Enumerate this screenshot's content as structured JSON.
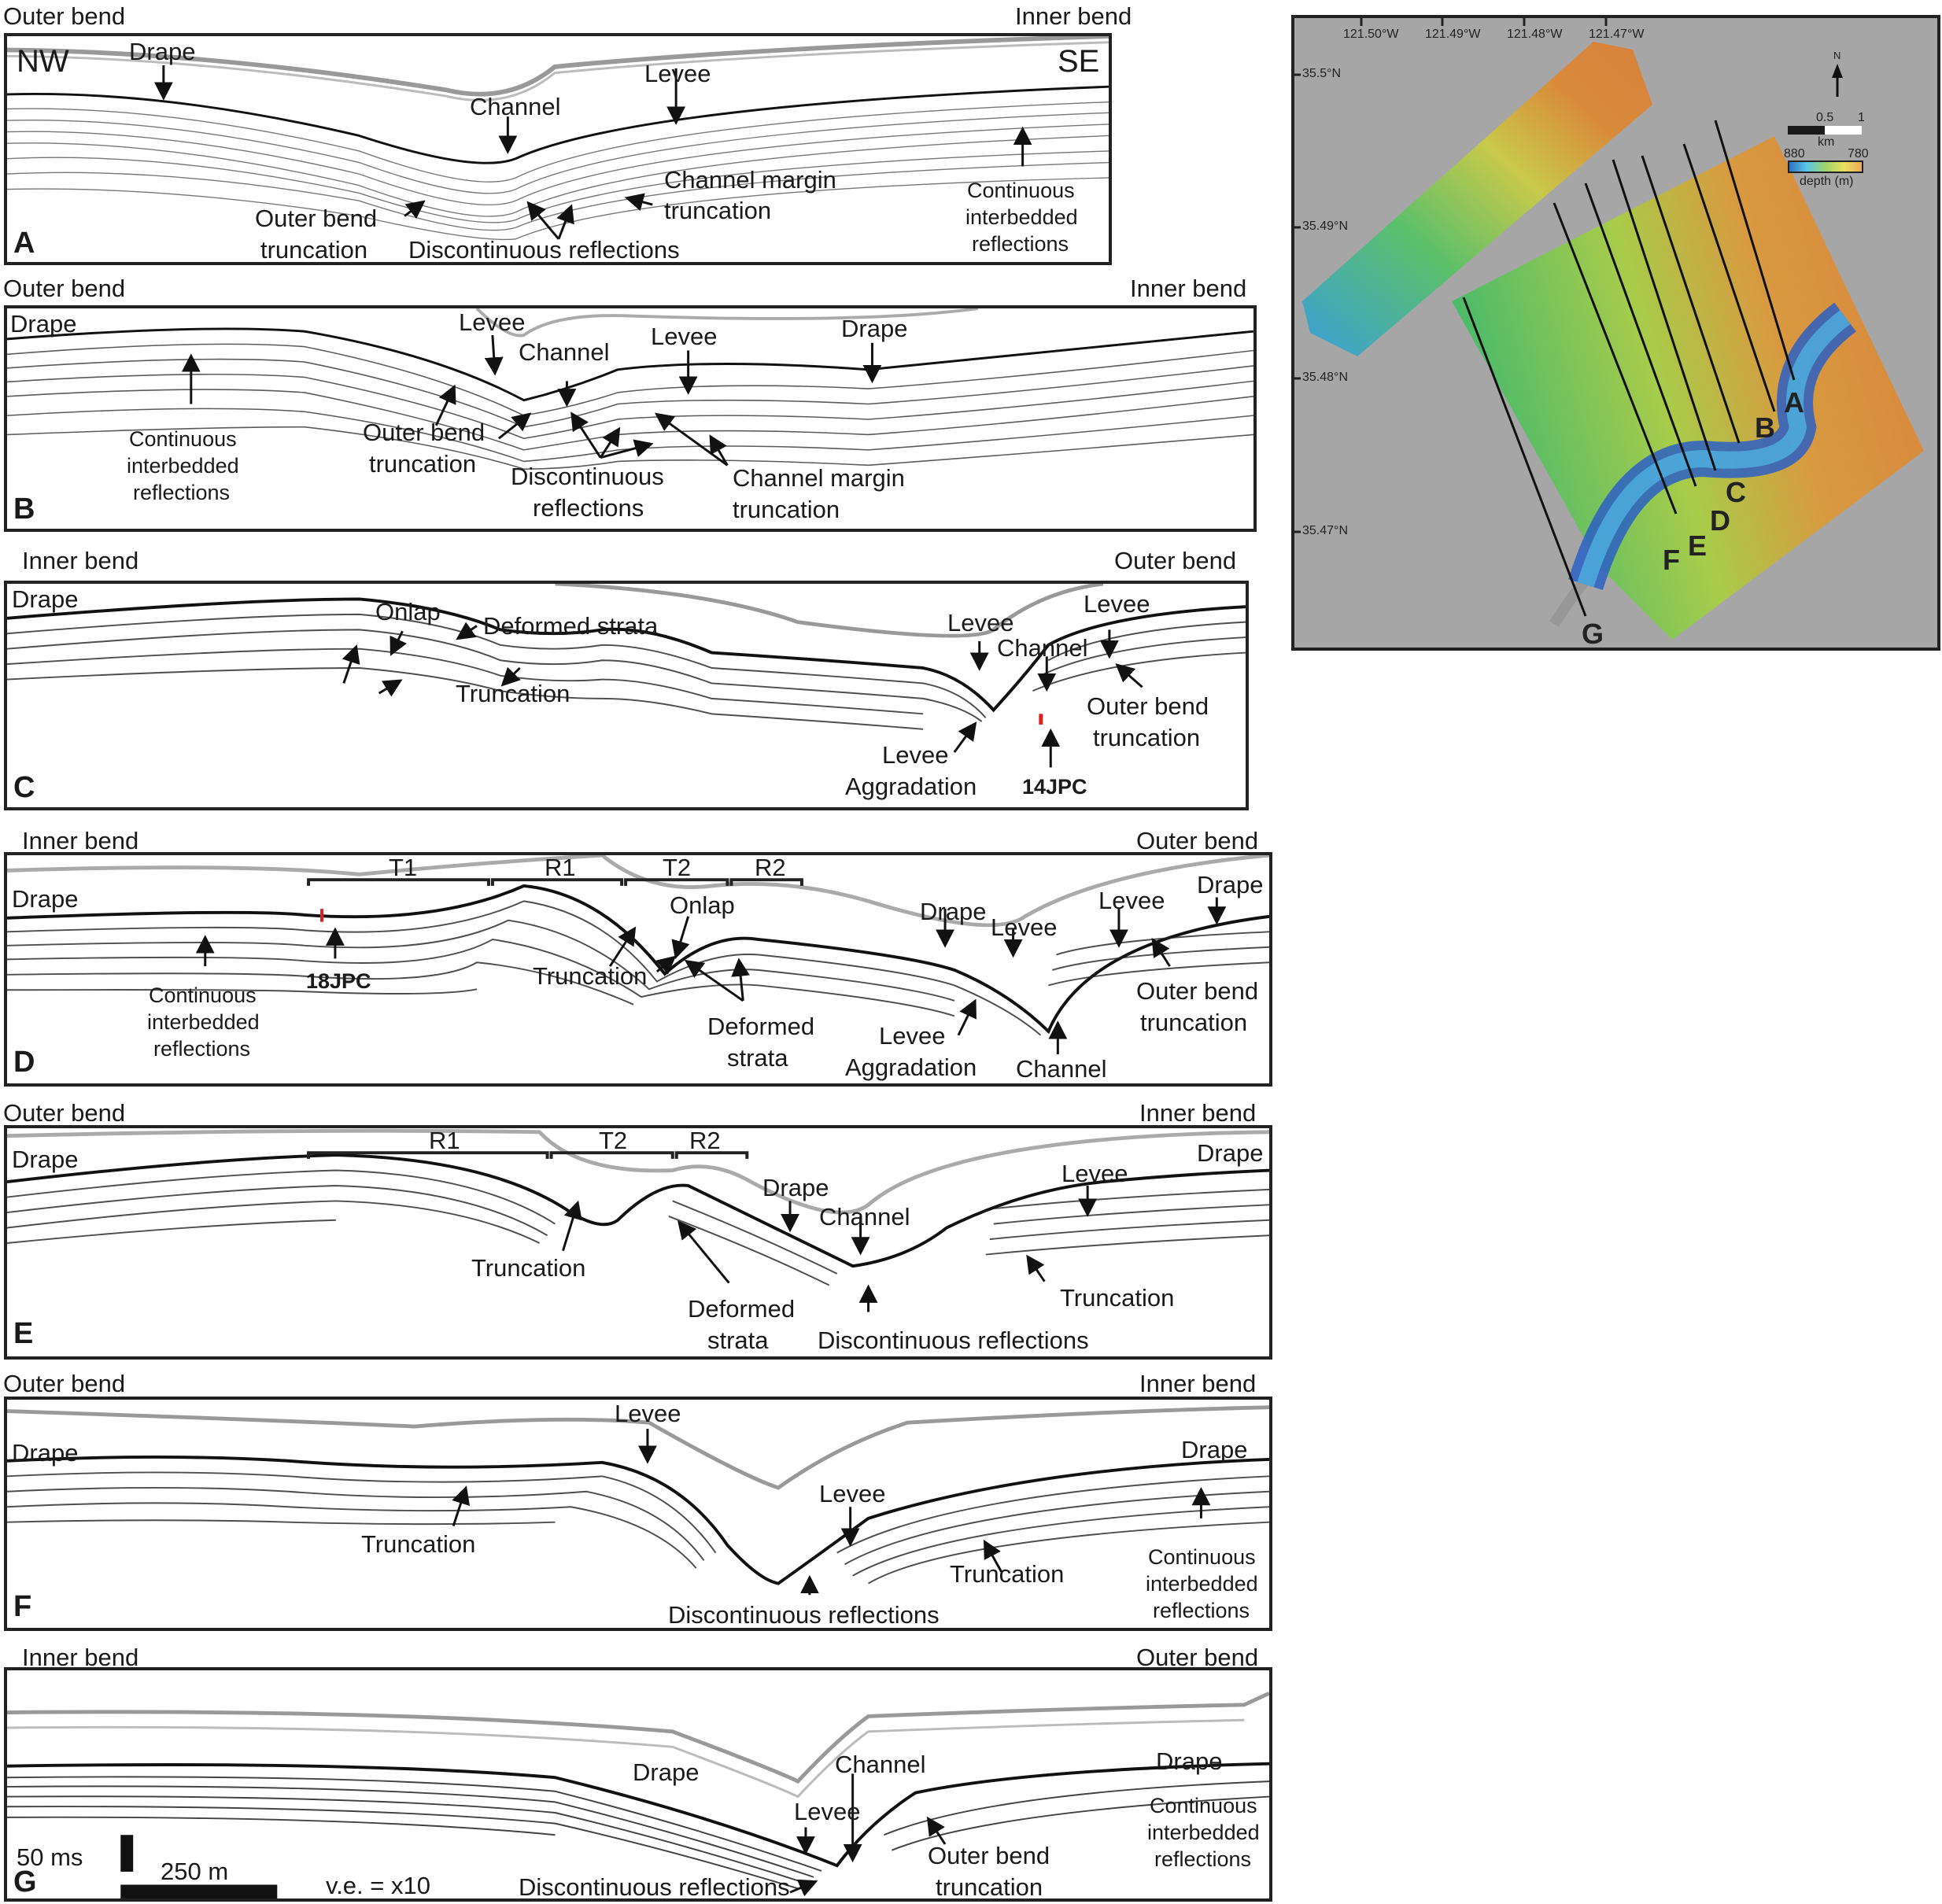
{
  "figure": {
    "panels": [
      {
        "id": "A",
        "left_header": "Outer bend",
        "right_header": "Inner bend",
        "orientation_left": "NW",
        "orientation_right": "SE",
        "labels": [
          "Drape",
          "Channel",
          "Levee",
          "Channel margin",
          "truncation",
          "Outer bend",
          "truncation",
          "Discontinuous reflections",
          "Continuous",
          "interbedded",
          "reflections"
        ]
      },
      {
        "id": "B",
        "left_header": "Outer bend",
        "right_header": "Inner bend",
        "labels": [
          "Drape",
          "Levee",
          "Channel",
          "Levee",
          "Drape",
          "Continuous",
          "interbedded",
          "reflections",
          "Outer bend",
          "truncation",
          "Discontinuous",
          "reflections",
          "Channel margin",
          "truncation"
        ]
      },
      {
        "id": "C",
        "left_header": "Inner bend",
        "right_header": "Outer bend",
        "labels": [
          "Drape",
          "Onlap",
          "Deformed strata",
          "Levee",
          "Levee",
          "Channel",
          "Truncation",
          "Outer bend",
          "truncation",
          "Levee",
          "Aggradation",
          "14JPC"
        ]
      },
      {
        "id": "D",
        "left_header": "Inner bend",
        "right_header": "Outer bend",
        "brackets": [
          "T1",
          "R1",
          "T2",
          "R2"
        ],
        "labels": [
          "Drape",
          "Onlap",
          "Drape",
          "Levee",
          "Levee",
          "Drape",
          "18JPC",
          "Truncation",
          "Continuous",
          "interbedded",
          "reflections",
          "Deformed",
          "strata",
          "Levee",
          "Aggradation",
          "Outer bend",
          "truncation",
          "Channel"
        ]
      },
      {
        "id": "E",
        "left_header": "Outer bend",
        "right_header": "Inner bend",
        "brackets": [
          "R1",
          "T2",
          "R2"
        ],
        "labels": [
          "Drape",
          "Drape",
          "Channel",
          "Levee",
          "Drape",
          "Truncation",
          "Deformed",
          "strata",
          "Discontinuous reflections",
          "Truncation"
        ]
      },
      {
        "id": "F",
        "left_header": "Outer bend",
        "right_header": "Inner bend",
        "labels": [
          "Drape",
          "Levee",
          "Levee",
          "Drape",
          "Truncation",
          "Truncation",
          "Continuous",
          "interbedded",
          "reflections",
          "Discontinuous reflections"
        ]
      },
      {
        "id": "G",
        "left_header": "Inner bend",
        "right_header": "Outer bend",
        "labels": [
          "Drape",
          "Channel",
          "Drape",
          "Levee",
          "Continuous",
          "interbedded",
          "reflections",
          "Outer bend",
          "truncation",
          "Discontinuous reflections"
        ],
        "scale": {
          "vertical": "50 ms",
          "horizontal": "250 m",
          "ve": "v.e. = x10"
        }
      }
    ],
    "map": {
      "lon_ticks": [
        "121.50°W",
        "121.49°W",
        "121.48°W",
        "121.47°W"
      ],
      "lat_ticks": [
        "35.5°N",
        "35.49°N",
        "35.48°N",
        "35.47°N"
      ],
      "north_label": "N",
      "scale_bar": {
        "ticks": [
          "0.5",
          "1"
        ],
        "unit": "km"
      },
      "depth_legend": {
        "min_label": "880",
        "max_label": "780",
        "title": "depth (m)",
        "colors": [
          "#2f6fc0",
          "#5ac8e8",
          "#9fd36a",
          "#e8e060",
          "#f2a65a"
        ]
      },
      "profile_lines": [
        "A",
        "B",
        "C",
        "D",
        "E",
        "F",
        "G"
      ]
    }
  }
}
